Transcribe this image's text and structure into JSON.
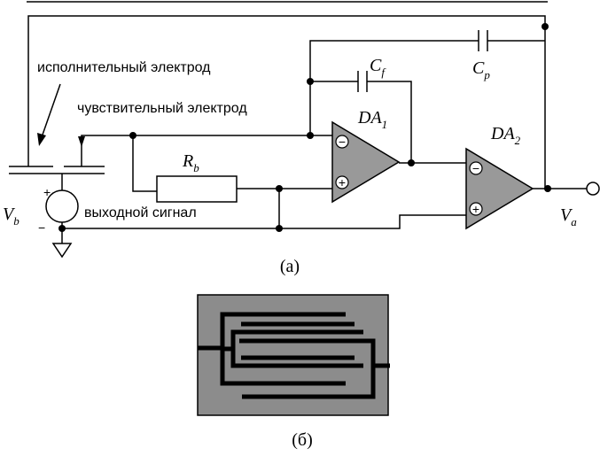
{
  "labels": {
    "actuator_electrode": "исполнительный электрод",
    "sensing_electrode": "чувствительный электрод",
    "output_signal": "выходной сигнал",
    "caption_a": "(а)",
    "caption_b": "(б)"
  },
  "symbols": {
    "cf": {
      "base": "C",
      "sub": "f"
    },
    "cp": {
      "base": "C",
      "sub": "p"
    },
    "da1": {
      "base": "DA",
      "sub": "1"
    },
    "da2": {
      "base": "DA",
      "sub": "2"
    },
    "rb": {
      "base": "R",
      "sub": "b"
    },
    "vb": {
      "base": "V",
      "sub": "b"
    },
    "va": {
      "base": "V",
      "sub": "a"
    },
    "plus": "+",
    "minus": "−",
    "inv_mark": "−",
    "noninv_mark": "+"
  },
  "colors": {
    "wire": "#000000",
    "opamp_fill": "#999999",
    "sensor_bg": "#8c8c8c",
    "sensor_trace": "#000000"
  }
}
